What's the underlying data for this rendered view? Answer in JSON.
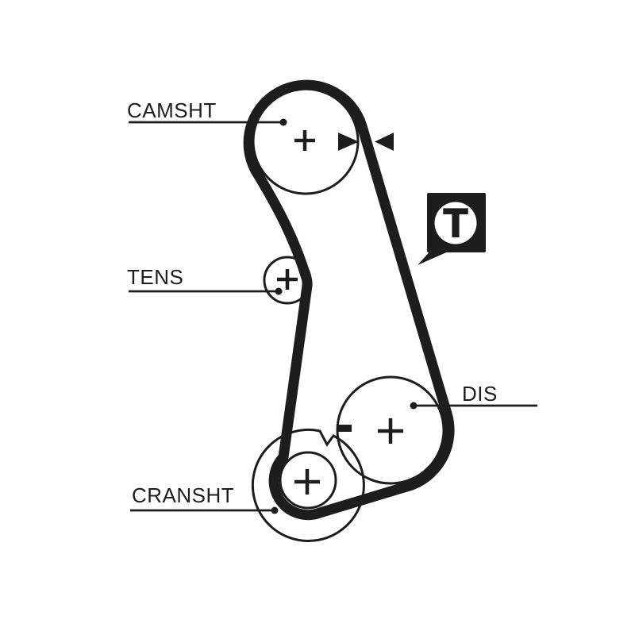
{
  "diagram": {
    "type": "timing-belt-routing-diagram",
    "colors": {
      "ink": "#1d1d1b",
      "background": "#ffffff"
    },
    "labels": {
      "camshaft": "CAMSHT",
      "tensioner": "TENS",
      "distributor": "DIS",
      "crankshaft": "CRANSHT"
    },
    "badge": {
      "letter": "T"
    },
    "marks": {
      "pulley_center_mark": "+",
      "timing_minus_mark": "-",
      "alignment_arrow_right": "▶",
      "alignment_arrow_left": "◀"
    }
  }
}
